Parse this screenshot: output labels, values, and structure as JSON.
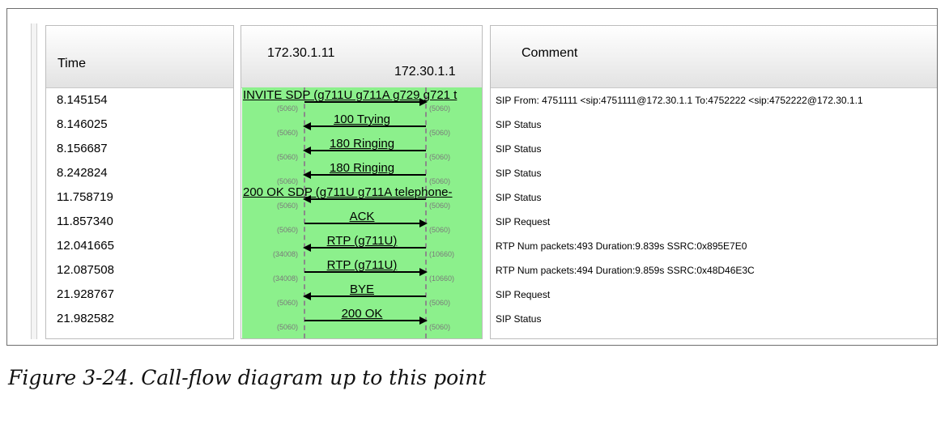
{
  "headers": {
    "time": "Time",
    "ip_a": "172.30.1.11",
    "ip_b": "172.30.1.1",
    "comment": "Comment"
  },
  "rows": [
    {
      "time": "8.145154",
      "message": "INVITE SDP (g711U g711A g729 g721 t",
      "direction": "right",
      "port_a": "(5060)",
      "port_b": "(5060)",
      "comment": "SIP From: 4751111 <sip:4751111@172.30.1.1 To:4752222 <sip:4752222@172.30.1.1"
    },
    {
      "time": "8.146025",
      "message": "100 Trying",
      "direction": "left",
      "port_a": "(5060)",
      "port_b": "(5060)",
      "comment": "SIP Status"
    },
    {
      "time": "8.156687",
      "message": "180 Ringing",
      "direction": "left",
      "port_a": "(5060)",
      "port_b": "(5060)",
      "comment": "SIP Status"
    },
    {
      "time": "8.242824",
      "message": "180 Ringing",
      "direction": "left",
      "port_a": "(5060)",
      "port_b": "(5060)",
      "comment": "SIP Status"
    },
    {
      "time": "11.758719",
      "message": "200 OK SDP (g711U g711A telephone-",
      "direction": "left",
      "port_a": "(5060)",
      "port_b": "(5060)",
      "comment": "SIP Status"
    },
    {
      "time": "11.857340",
      "message": "ACK",
      "direction": "right",
      "port_a": "(5060)",
      "port_b": "(5060)",
      "comment": "SIP Request"
    },
    {
      "time": "12.041665",
      "message": "RTP (g711U)",
      "direction": "left",
      "port_a": "(34008)",
      "port_b": "(10660)",
      "comment": "RTP Num packets:493  Duration:9.839s SSRC:0x895E7E0"
    },
    {
      "time": "12.087508",
      "message": "RTP (g711U)",
      "direction": "right",
      "port_a": "(34008)",
      "port_b": "(10660)",
      "comment": "RTP Num packets:494  Duration:9.859s SSRC:0x48D46E3C"
    },
    {
      "time": "21.928767",
      "message": "BYE",
      "direction": "left",
      "port_a": "(5060)",
      "port_b": "(5060)",
      "comment": "SIP Request"
    },
    {
      "time": "21.982582",
      "message": "200 OK",
      "direction": "right",
      "port_a": "(5060)",
      "port_b": "(5060)",
      "comment": "SIP Status"
    }
  ],
  "caption": "Figure 3-24. Call-flow diagram up to this point",
  "colors": {
    "flow_background": "#8cf08c",
    "arrow": "#000000",
    "port_text": "#7a7a7a"
  }
}
